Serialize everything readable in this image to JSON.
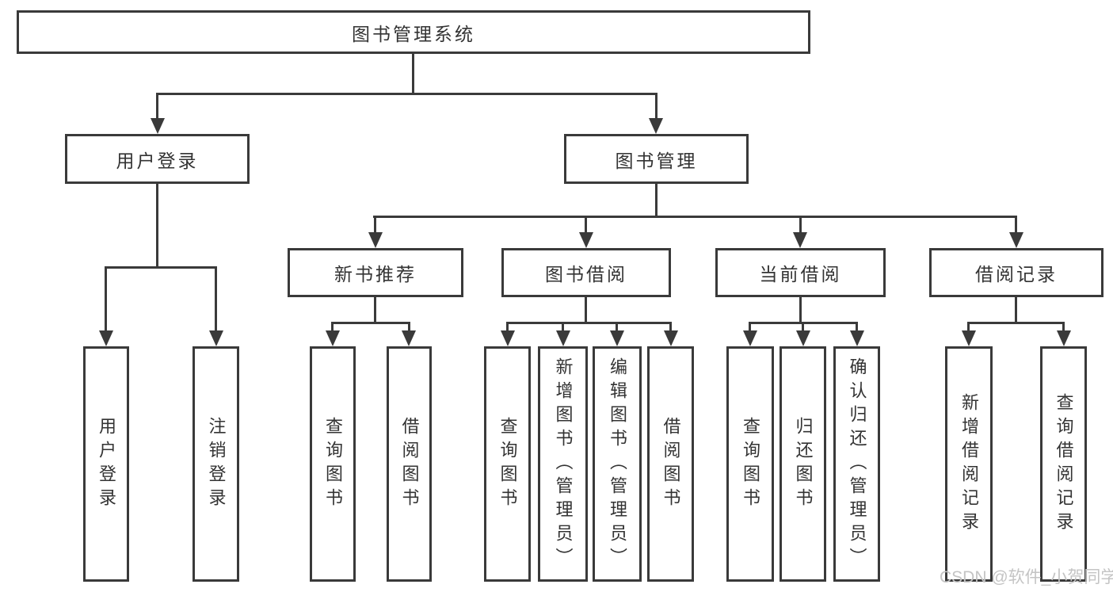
{
  "diagram_type": "hierarchy-tree",
  "nodes": {
    "root": {
      "label": "图书管理系统"
    },
    "user_login": {
      "label": "用户登录"
    },
    "book_mgmt": {
      "label": "图书管理"
    },
    "new_book_rec": {
      "label": "新书推荐"
    },
    "book_borrow": {
      "label": "图书借阅"
    },
    "current_borrow": {
      "label": "当前借阅"
    },
    "borrow_record": {
      "label": "借阅记录"
    },
    "login": {
      "label": "用户登录"
    },
    "logout": {
      "label": "注销登录"
    },
    "nb_query": {
      "label": "查询图书"
    },
    "nb_borrow": {
      "label": "借阅图书"
    },
    "bb_query": {
      "label": "查询图书"
    },
    "bb_add": {
      "label": "新增图书（管理员）"
    },
    "bb_edit": {
      "label": "编辑图书（管理员）"
    },
    "bb_borrow": {
      "label": "借阅图书"
    },
    "cb_query": {
      "label": "查询图书"
    },
    "cb_return": {
      "label": "归还图书"
    },
    "cb_confirm": {
      "label": "确认归还（管理员）"
    },
    "br_add": {
      "label": "新增借阅记录"
    },
    "br_query": {
      "label": "查询借阅记录"
    }
  },
  "tree": {
    "label": "图书管理系统",
    "children": [
      {
        "label": "用户登录",
        "children": [
          {
            "label": "用户登录"
          },
          {
            "label": "注销登录"
          }
        ]
      },
      {
        "label": "图书管理",
        "children": [
          {
            "label": "新书推荐",
            "children": [
              {
                "label": "查询图书"
              },
              {
                "label": "借阅图书"
              }
            ]
          },
          {
            "label": "图书借阅",
            "children": [
              {
                "label": "查询图书"
              },
              {
                "label": "新增图书（管理员）"
              },
              {
                "label": "编辑图书（管理员）"
              },
              {
                "label": "借阅图书"
              }
            ]
          },
          {
            "label": "当前借阅",
            "children": [
              {
                "label": "查询图书"
              },
              {
                "label": "归还图书"
              },
              {
                "label": "确认归还（管理员）"
              }
            ]
          },
          {
            "label": "借阅记录",
            "children": [
              {
                "label": "新增借阅记录"
              },
              {
                "label": "查询借阅记录"
              }
            ]
          }
        ]
      }
    ]
  },
  "watermark": {
    "text": "CSDN @软件_小贺同学"
  },
  "colors": {
    "line": "#3a3a3a",
    "box_border": "#3a3a3a",
    "text": "#333333",
    "background": "#ffffff",
    "watermark": "#c4c4c4"
  }
}
